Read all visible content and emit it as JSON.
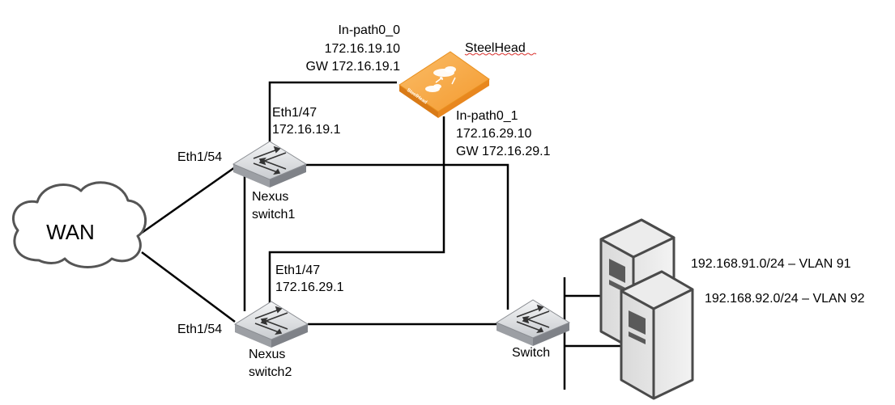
{
  "wan": {
    "label": "WAN"
  },
  "steelhead": {
    "label": "SteelHead",
    "badge": "SteelHead",
    "inpath0_0": {
      "name": "In-path0_0",
      "ip": "172.16.19.10",
      "gw": "GW 172.16.19.1"
    },
    "inpath0_1": {
      "name": "In-path0_1",
      "ip": "172.16.29.10",
      "gw": "GW 172.16.29.1"
    }
  },
  "nexus1": {
    "name_line1": "Nexus",
    "name_line2": "switch1",
    "wan_port": "Eth1/54",
    "sh_port": "Eth1/47",
    "sh_ip": "172.16.19.1"
  },
  "nexus2": {
    "name_line1": "Nexus",
    "name_line2": "switch2",
    "wan_port": "Eth1/54",
    "sh_port": "Eth1/47",
    "sh_ip": "172.16.29.1"
  },
  "switch": {
    "name": "Switch"
  },
  "servers": {
    "vlan91": "192.168.91.0/24 – VLAN 91",
    "vlan92": "192.168.92.0/24 – VLAN 92"
  },
  "colors": {
    "steelhead_top": "#f5a74a",
    "steelhead_side": "#e8871f",
    "switch_body": "#c9ccd0",
    "server_body": "#e4e4e4",
    "server_dark": "#5a5a5a"
  }
}
